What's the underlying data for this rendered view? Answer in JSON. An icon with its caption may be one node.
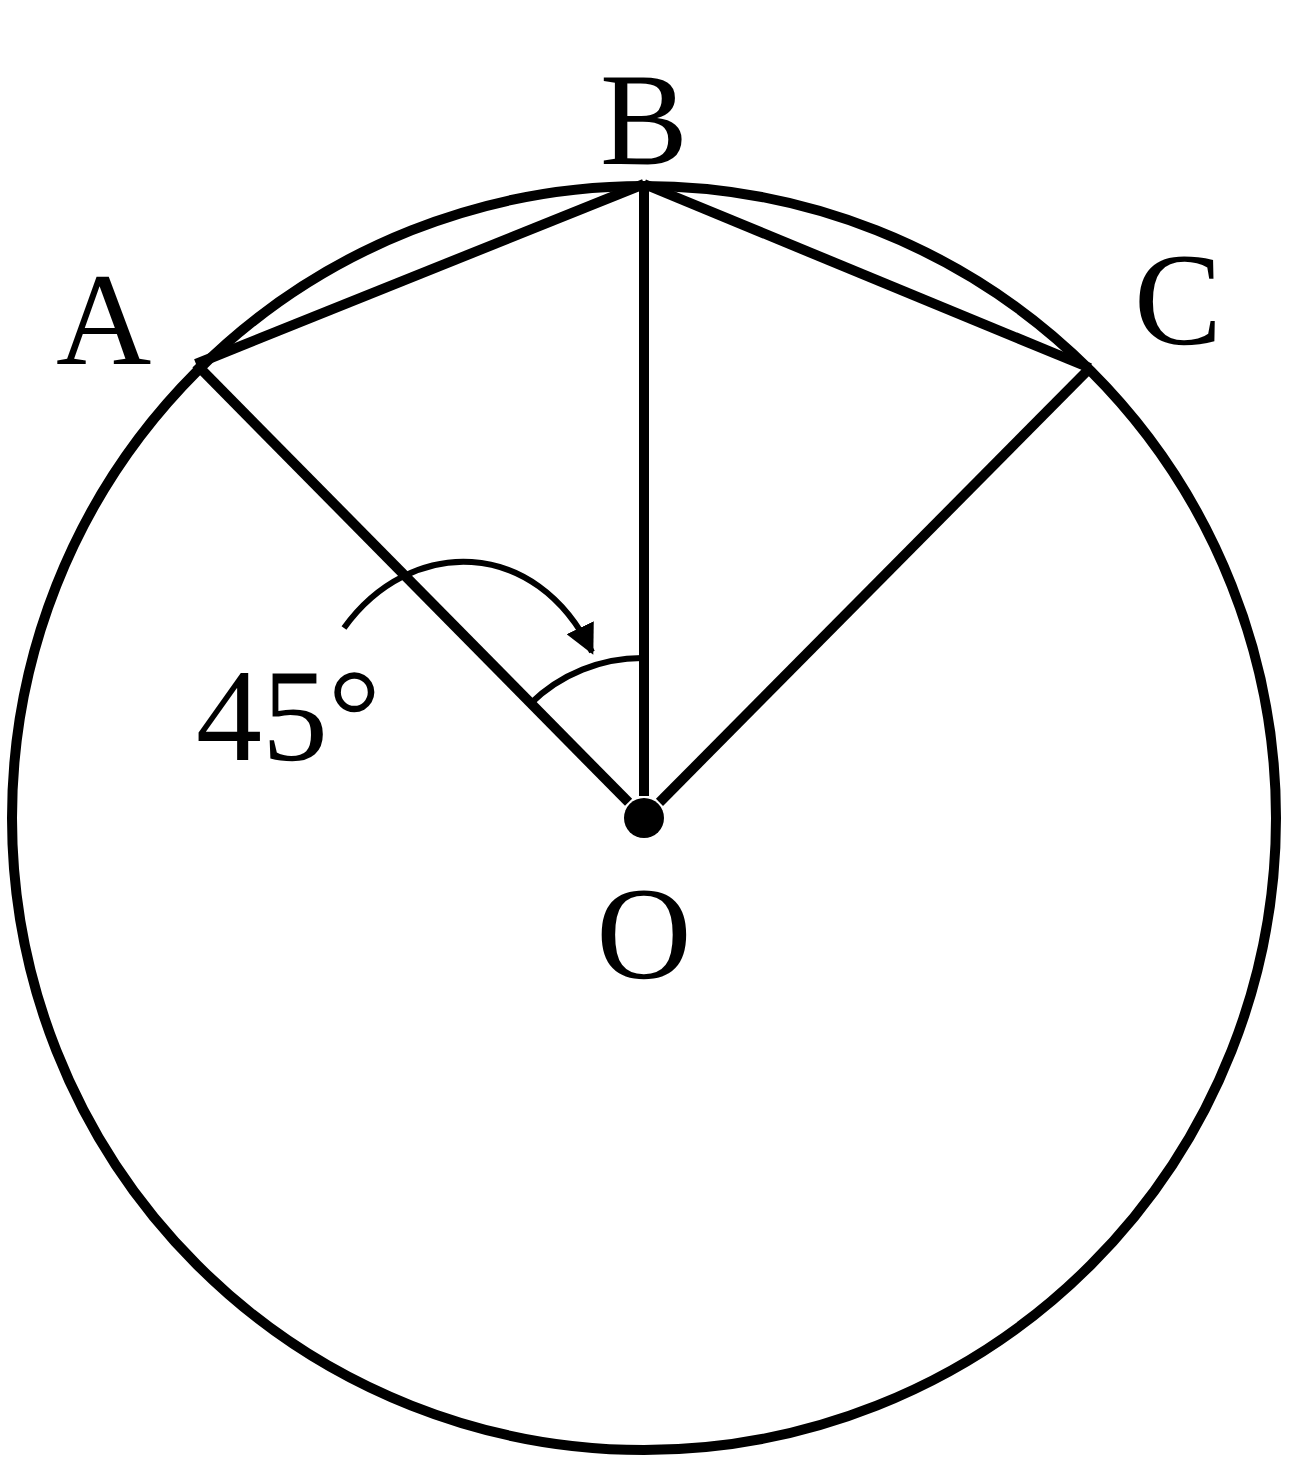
{
  "diagram": {
    "nodes": [
      {
        "text": [
          "A"
        ]
      },
      {
        "text": [
          "B"
        ]
      },
      {
        "text": [
          "C"
        ]
      },
      {
        "text": [
          "O"
        ]
      },
      {
        "text": [
          "45°"
        ]
      },
      {
        "text": [],
        "shape": "arc"
      }
    ],
    "edges": [
      {
        "from": 0,
        "to": 1,
        "arrow": "none"
      },
      {
        "from": 1,
        "to": 2,
        "arrow": "none"
      },
      {
        "from": 0,
        "to": 3,
        "arrow": "none"
      },
      {
        "from": 1,
        "to": 3,
        "arrow": "none"
      },
      {
        "from": 2,
        "to": 3,
        "arrow": "none"
      },
      {
        "from": 4,
        "to": 5,
        "arrow": "to"
      }
    ]
  }
}
